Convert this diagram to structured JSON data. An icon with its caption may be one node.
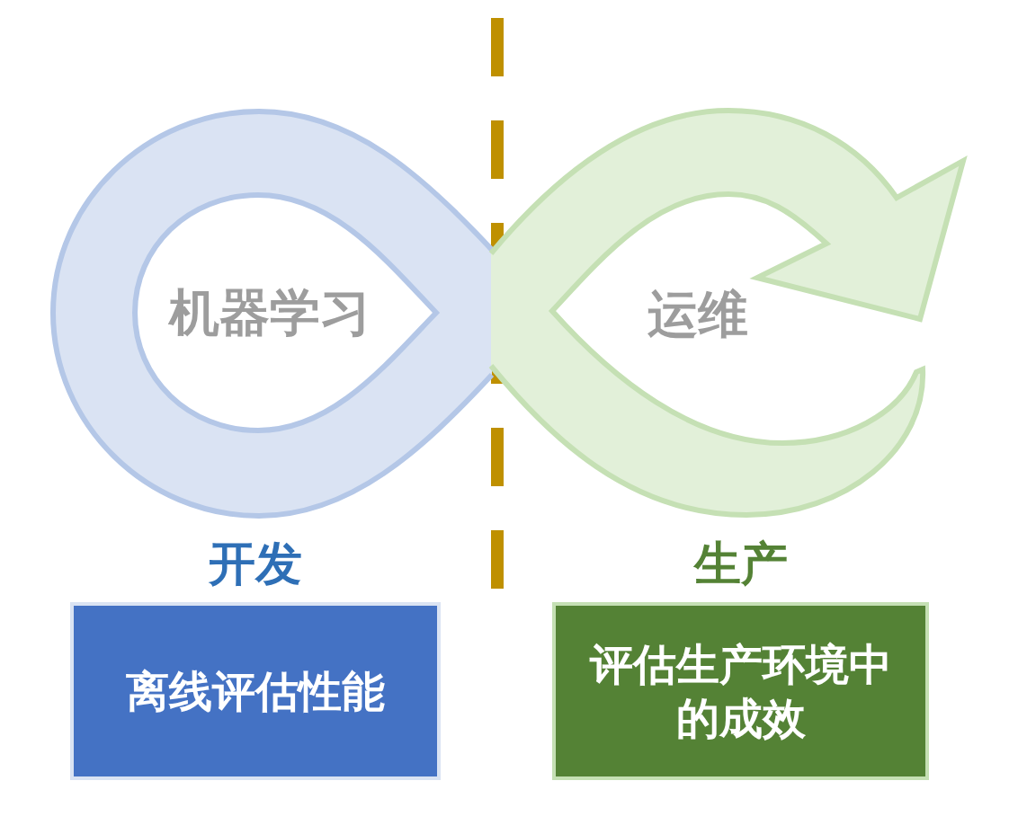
{
  "diagram": {
    "nodes": [
      {
        "text": [
          "机器学习"
        ]
      },
      {
        "text": [
          "运维"
        ]
      },
      {
        "text": [
          "开发",
          "离线评估性能"
        ]
      },
      {
        "text": [
          "生产",
          "评估生产环境中的成效"
        ]
      }
    ]
  }
}
